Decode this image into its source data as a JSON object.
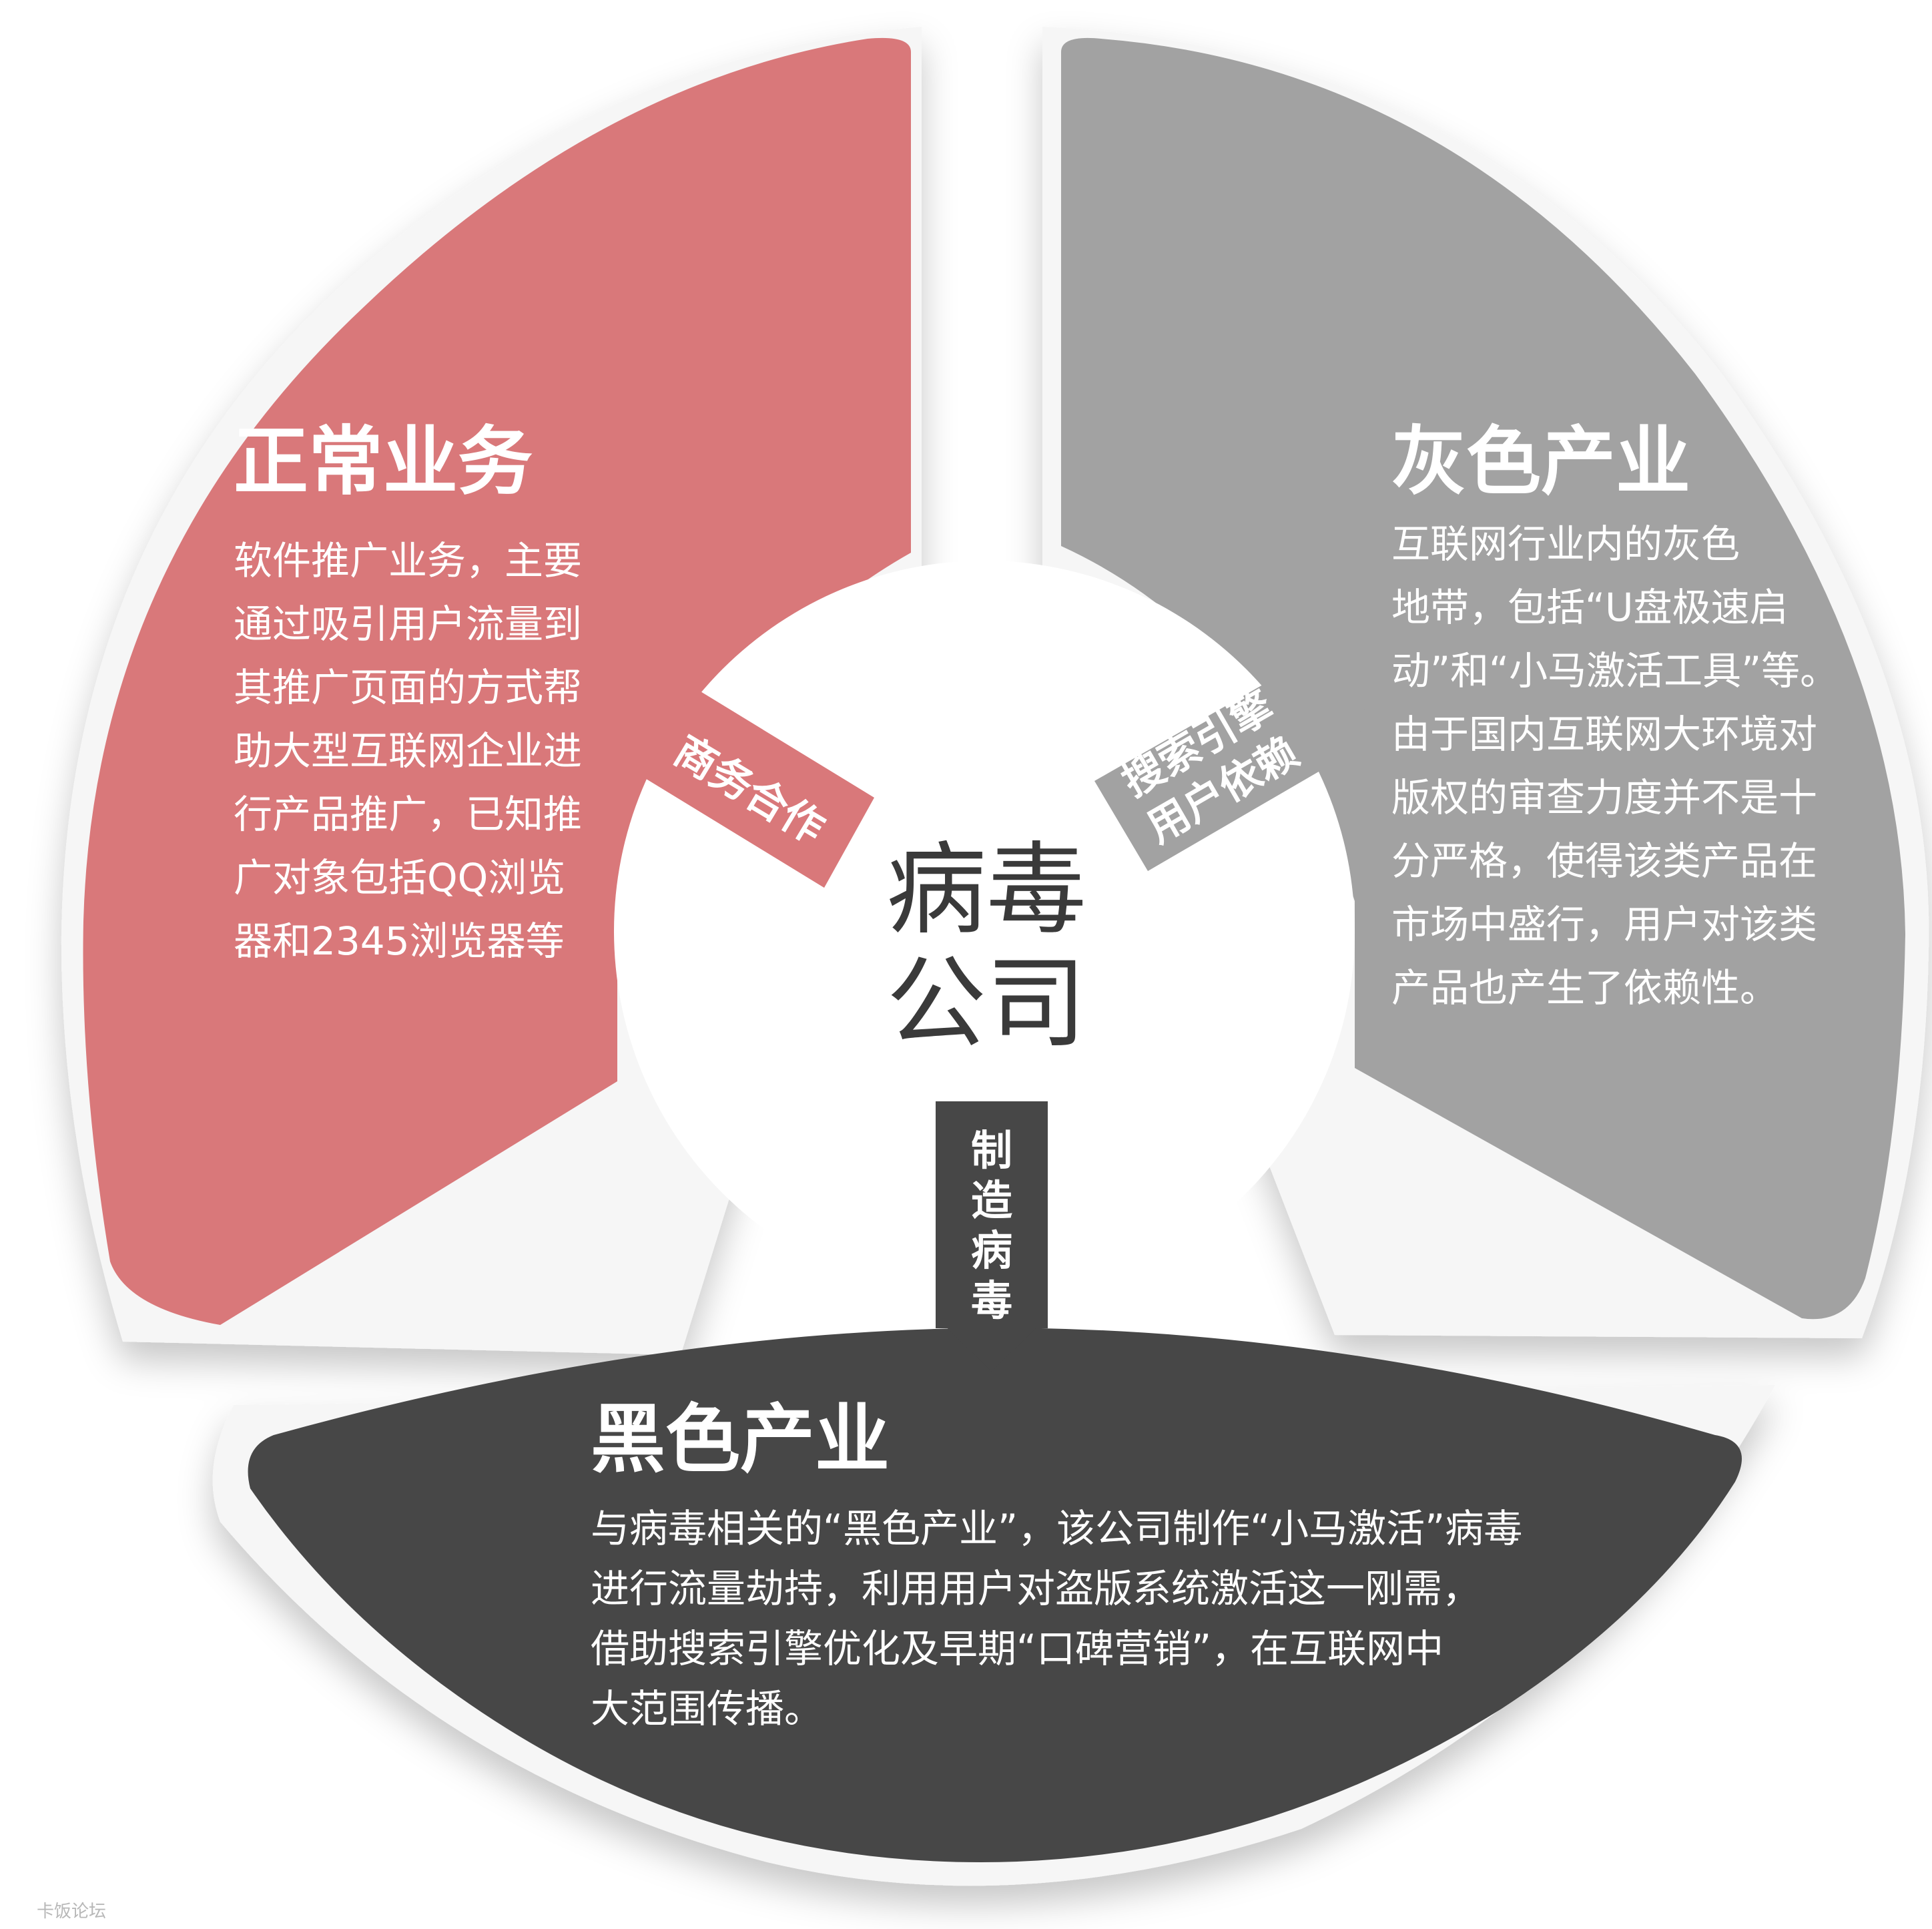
{
  "center": {
    "line1": "病毒",
    "line2": "公司"
  },
  "sectors": {
    "normal": {
      "title": "正常业务",
      "lines": [
        "软件推广业务，主要",
        "通过吸引用户流量到",
        "其推广页面的方式帮",
        "助大型互联网企业进",
        "行产品推广，已知推",
        "广对象包括QQ浏览",
        "器和2345浏览器等"
      ],
      "color": "#d9787a"
    },
    "gray": {
      "title": "灰色产业",
      "lines": [
        "互联网行业内的灰色",
        "地带，包括“U盘极速启",
        "动”和“小马激活工具”等。",
        "由于国内互联网大环境对",
        "版权的审查力度并不是十",
        "分严格，使得该类产品在",
        "市场中盛行，用户对该类",
        "产品也产生了依赖性。"
      ],
      "color": "#a2a2a2"
    },
    "black": {
      "title": "黑色产业",
      "lines": [
        "与病毒相关的“黑色产业”，该公司制作“小马激活”病毒",
        "进行流量劫持，利用用户对盗版系统激活这一刚需，",
        "借助搜索引擎优化及早期“口碑营销”，在互联网中",
        "大范围传播。"
      ],
      "color": "#474747"
    }
  },
  "arrows": {
    "business": {
      "label": "商务合作",
      "color": "#d9787a"
    },
    "search": {
      "line1": "搜索引擎",
      "line2": "用户依赖",
      "color": "#a2a2a2"
    },
    "virus": {
      "chars": [
        "制",
        "造",
        "病",
        "毒"
      ],
      "color": "#474747"
    }
  },
  "watermark": "卡饭论坛"
}
